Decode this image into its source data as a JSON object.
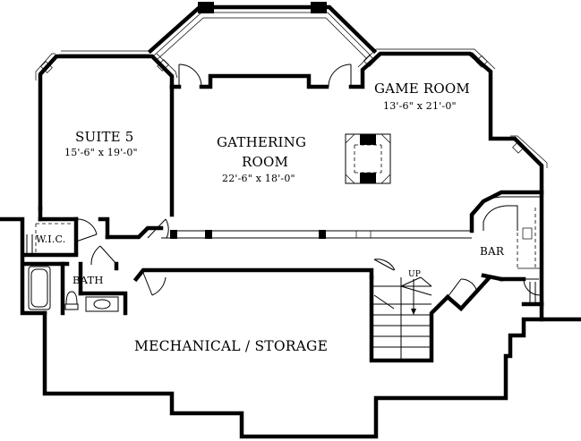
{
  "rooms": {
    "game_room": {
      "name": "GAME ROOM",
      "dims": "13'-6\" x 21'-0\""
    },
    "suite_5": {
      "name": "SUITE 5",
      "dims": "15'-6\" x 19'-0\""
    },
    "gathering_room": {
      "name_line1": "GATHERING",
      "name_line2": "ROOM",
      "dims": "22'-6\" x 18'-0\""
    },
    "wic": {
      "name": "W.I.C."
    },
    "bath": {
      "name": "BATH"
    },
    "bar": {
      "name": "BAR"
    },
    "mechanical": {
      "name": "MECHANICAL / STORAGE"
    }
  },
  "stairs": {
    "label": "UP"
  },
  "colors": {
    "wall": "#000000",
    "background": "#ffffff"
  }
}
